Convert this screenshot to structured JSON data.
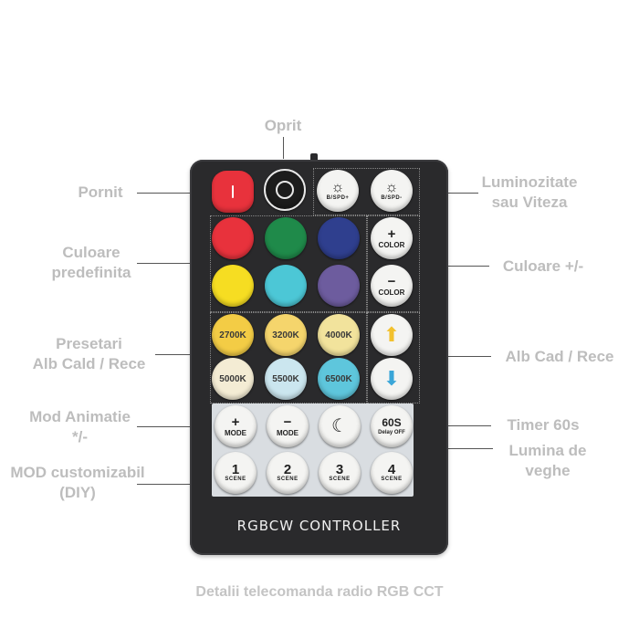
{
  "labels": {
    "oprit": "Oprit",
    "pornit": "Pornit",
    "luminozitate": "Luminozitate\nsau Viteza",
    "culoare_predef": "Culoare\npredefinita",
    "culoare_pm": "Culoare +/-",
    "presetari": "Presetari\nAlb Cald / Rece",
    "alb_cad": "Alb Cad / Rece",
    "mod_animatie": "Mod Animatie\n*/-",
    "timer": "Timer 60s",
    "lumina_veghe": "Lumina de\nveghe",
    "mod_custom": "MOD customizabil\n(DIY)"
  },
  "remote": {
    "brand": "RGBCW CONTROLLER",
    "speed_label": "B/SPD+",
    "speed_label_minus": "B/SPD-",
    "color_plus": "+",
    "color_plus_label": "COLOR",
    "color_minus": "−",
    "color_minus_label": "COLOR",
    "presets": [
      "2700K",
      "3200K",
      "4000K",
      "5000K",
      "5500K",
      "6500K"
    ],
    "mode_plus": "+",
    "mode_minus": "−",
    "mode_label": "MODE",
    "timer_value": "60S",
    "timer_label": "Delay OFF",
    "scene_label": "SCENE",
    "scenes": [
      "1",
      "2",
      "3",
      "4"
    ],
    "colors": {
      "red": "#e8323c",
      "green": "#1f8a4a",
      "blue": "#2f3f8e",
      "yellow": "#f6dd22",
      "cyan": "#4cc7d6",
      "purple": "#6d5c9e"
    }
  },
  "footer": "Detalii telecomanda radio RGB CCT"
}
